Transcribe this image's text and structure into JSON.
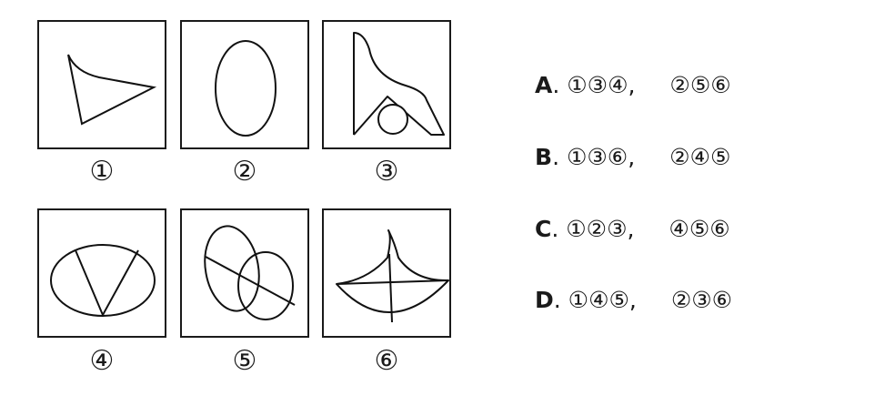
{
  "figures": [
    {
      "label": "①",
      "shape": "triangle"
    },
    {
      "label": "②",
      "shape": "ellipse"
    },
    {
      "label": "③",
      "shape": "chair-with-circle"
    },
    {
      "label": "④",
      "shape": "ellipse-with-v"
    },
    {
      "label": "⑤",
      "shape": "two-ellipses-with-line"
    },
    {
      "label": "⑥",
      "shape": "curved-sail"
    }
  ],
  "options": [
    {
      "letter": "A",
      "sep": ".",
      "group1": "①③④",
      "comma": ",",
      "group2": "②⑤⑥"
    },
    {
      "letter": "B",
      "sep": ".",
      "group1": "①③⑥",
      "comma": ",",
      "group2": "②④⑤"
    },
    {
      "letter": "C",
      "sep": ".",
      "group1": "①②③",
      "comma": ",",
      "group2": "④⑤⑥"
    },
    {
      "letter": "D",
      "sep": ".",
      "group1": "①④⑤",
      "comma": ",",
      "group2": "②③⑥"
    }
  ]
}
